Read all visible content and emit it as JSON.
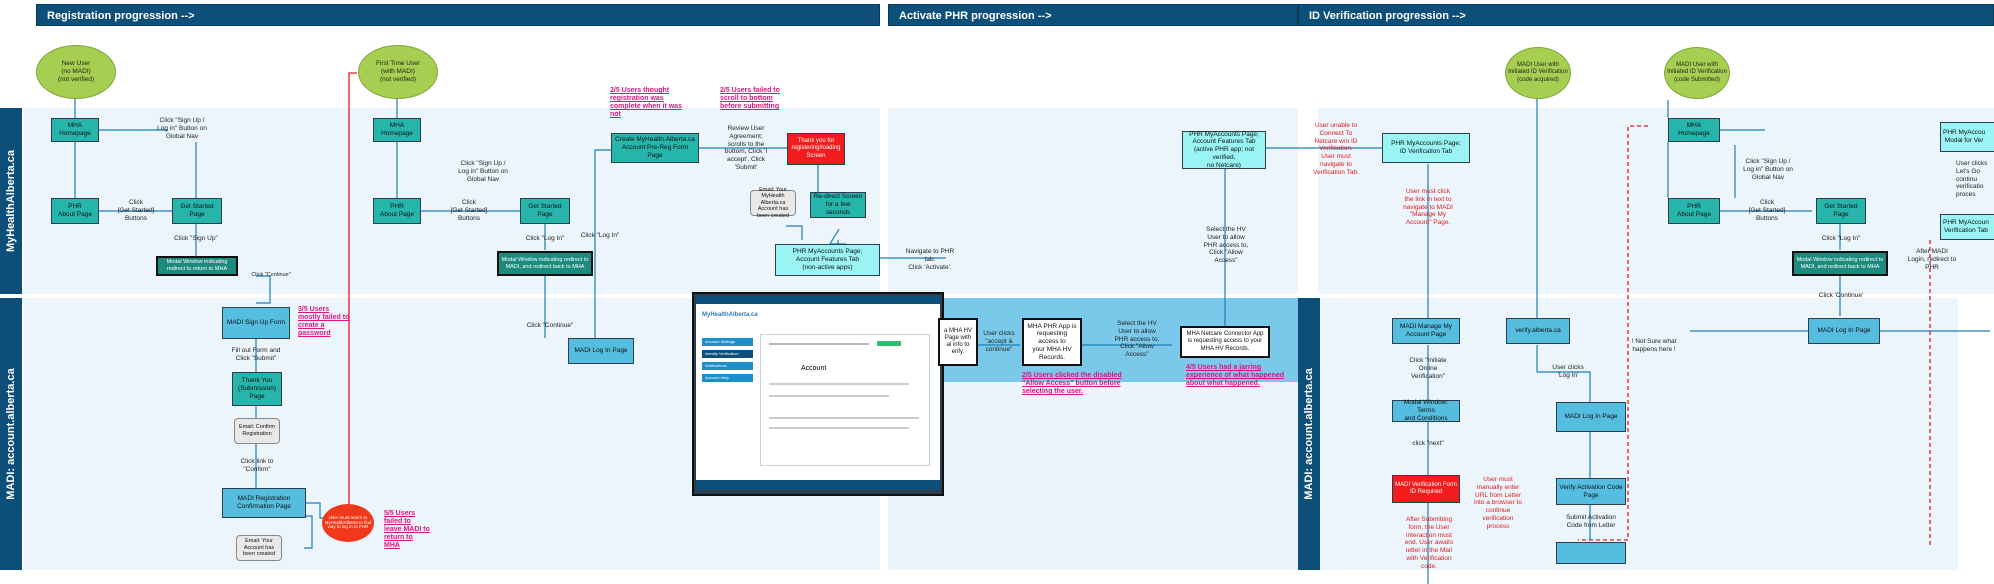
{
  "phases": [
    "Registration progression -->",
    "Activate PHR progression -->",
    "ID Verification progression -->"
  ],
  "lanes": [
    "MyHealthAlberta.ca",
    "MADI: account.alberta.ca",
    "MADI: account.alberta.ca"
  ],
  "reg": {
    "new_user": "New User\n(no MADI)\n(not verified)",
    "first_user": "First Time User\n(with MADI)\n(not verified)",
    "mha_home1": "MHA Homepage",
    "click_signup1": "Click \"Sign Up /\nLog in\" Button on\nGlobal Nav",
    "phr_about1": "PHR\nAbout Page",
    "click_started1": "Click\n[Get Started]\nButtons",
    "get_started1": "Get Started\nPage",
    "click_signup_btn": "Click \"Sign Up\"",
    "modal1": "Modal Window indicating redirect to return to MHA",
    "click_continue1": "Click \"Continue\"",
    "madi_signup": "MADI Sign Up Form",
    "note_pw": "3/5 Users mostly failed to create a password",
    "fill_form": "Fill out Form and\nClick \"Submit\"",
    "thankyou": "Thank You\n(Submission)\nPage",
    "email_confirm": "Email: Confirm Registration",
    "click_link": "Click link to\n\"Confirm\"",
    "madi_reg_confirm": "MADI Registration\nConfirmation Page",
    "email_created": "Email: Your Account has been created",
    "red_oval": "User must return to MyHealthAlberta to find way to log in to PHR",
    "note_fail": "5/5 Users failed to leave MADI to return to MHA",
    "mha_home2": "MHA Homepage",
    "click_signup2": "Click \"Sign Up /\nLog in\" Button on\nGlobal Nav",
    "phr_about2": "PHR\nAbout Page",
    "click_started2": "Click\n[Get Started]\nButtons",
    "get_started2": "Get Started\nPage",
    "click_login1": "Click \"Log In\"",
    "modal2": "Modal Window indicating redirect to MADI, and redirect back to MHA",
    "click_continue2": "Click \"Continue\"",
    "madi_login1": "MADI Log In Page",
    "click_login2": "Click \"Log In\"",
    "create_acct": "Create MyHealth.Alberta.ca Account Pre-Reg Form Page",
    "note_confused": "2/5 Users thought registration was complete when it was not",
    "note_scroll": "2/5 Users failed to scroll to bottom before submitting",
    "review": "Review User\nAgreement;\nscrolls to the\nbottom, Click 'I\naccept', Click\n'Submit'",
    "thanks_red": "Thank you for registering/loading Screen",
    "email_phr": "Email: Your MyHealth Alberta.ca Account has been created",
    "redirect": "Re-direct Screen for a few seconds",
    "phr_accounts1": "PHR MyAccounts Page;\nAccount Features Tab\n(non-active apps)"
  },
  "phr": {
    "nav": "Navigate to PHR\ntab.\nClick 'Activate'.",
    "mha_hv": "a MHA HV\nPage with\nal info to\nerify.",
    "click_accept": "User clicks\n\"accept &\ncontinue\"",
    "mha_app": "MHA PHR App is\nrequesting access to\nyour MHA HV\nRecords.",
    "select_hv": "Select the HV\nUser to allow\nPHR access to,\nClick \"Allow\nAccess\"",
    "netcare": "MHA Netcare Connector App\nis requesting access to your\nMHA HV Records.",
    "note_disabled": "2/5 Users clicked the disabled \"Allow Access\" button before selecting the user.",
    "note_jarring": "4/5 Users had a jarring experience of what happened about what happened.",
    "phr_accounts2": "PHR MyAccounts Page;\nAccount Features Tab\n(active PHR app; not verified,\nno Netcare)",
    "select_hv2": "Select the HV\nUser to allow\nPHR access to,\nClick \"Allow\nAccess\""
  },
  "idv": {
    "red_connect": "User unable to\nConnect To\nNetcare w/o ID\nVerification.\nUser must\nnavigate to\nVerification Tab.",
    "phr_verif": "PHR MyAccounts Page;\nID Verification Tab",
    "red_link": "User must click\nthe link in text to\nnavigate to MADI\n\"Manage My\nAccount\" Page.",
    "madi_manage": "MADI Manage My\nAccount Page",
    "click_initiate": "Click \"Initiate\nOnline\nVerification\"",
    "modal_terms": "Modal Window: Terms\nand Conditions",
    "click_next": "click \"next\"",
    "verif_form": "MADI Verification Form\nID Required",
    "red_after": "After Submitting\nform, the User\ninteraction must\nend. User awaits\nletter in the Mail\nwith Verification\ncode.",
    "madi_user1": "MADI User with\nInitiated ID Verification\n(code acquired)",
    "verify_site": "verify.alberta.ca",
    "user_login": "User clicks\n'Log In'",
    "madi_login2": "MADI Log In Page",
    "red_manual": "User must\nmanually enter\nURL from Letter\ninto a browser to\ncontinue\nverification\nprocess",
    "verify_code": "Verify Activation Code\nPage",
    "submit_code": "Submit Activation\nCode from Letter",
    "not_sure": "! Not Sure what\nhappens here !",
    "madi_user2": "MADI User with\nInitiated ID Verification\n(code Submitted)",
    "mha_home3": "MHA Homepage",
    "click_signup3": "Click \"Sign Up /\nLog in\" Button on\nGlobal Nav",
    "phr_about3": "PHR\nAbout Page",
    "click_started3": "Click\n[Get Started]\nButtons",
    "get_started3": "Get Started\nPage",
    "click_login3": "Click \"Log In\"",
    "modal3": "Modal Window indicating redirect to MADI, and redirect back to MHA",
    "click_continue3": "Click 'Continue'",
    "madi_login3": "MADI Log In Page",
    "after_login": "After MADI\nLogin, redirect to\nPHR",
    "phr_cut1": "PHR MyAccou\nModal for Ver",
    "user_clicks_cut": "User clicks\nLet's Go\ncontinu\nverificatio\nproces",
    "phr_cut2": "PHR MyAccoun\nVerification Tab"
  },
  "mock": {
    "brand": "MyHealthAlberta.ca",
    "heading": "Account",
    "menu": [
      "Account Settings",
      "Identity Verification",
      "Notifications",
      "Account Help"
    ]
  },
  "colors": {
    "header": "#0d4f78",
    "teal": "#26b5ab",
    "blue": "#55bde0",
    "cyan": "#9af4f4",
    "red": "#f21c1c",
    "green": "#a6cf52",
    "pink": "#e2137d"
  }
}
